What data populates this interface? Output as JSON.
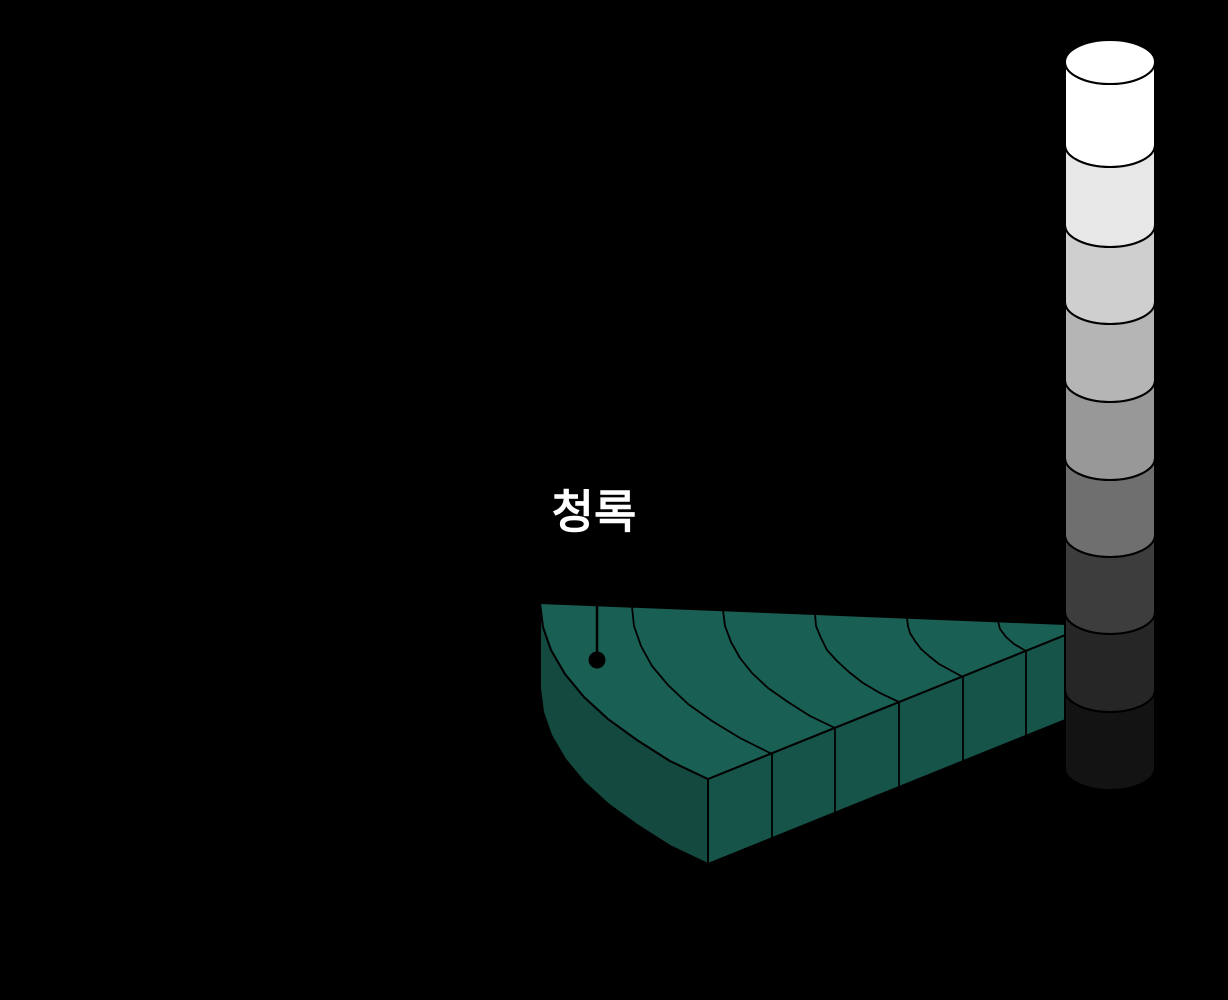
{
  "background": "#000000",
  "label": {
    "text": "청록",
    "color": "#ffffff"
  },
  "value_scale": {
    "steps": [
      "#ffffff",
      "#e7e7e7",
      "#cfcfcf",
      "#b5b5b5",
      "#989898",
      "#6f6f6f",
      "#3d3d3d",
      "#262626",
      "#131313"
    ],
    "outline": "#000000",
    "step_count": 9
  },
  "hue_slice": {
    "top_color": "#1a5f53",
    "rim_color": "#14493f",
    "front_color": "#16544a",
    "outline": "#000000",
    "chroma_bands": 6
  },
  "marker": {
    "color": "#000000"
  }
}
